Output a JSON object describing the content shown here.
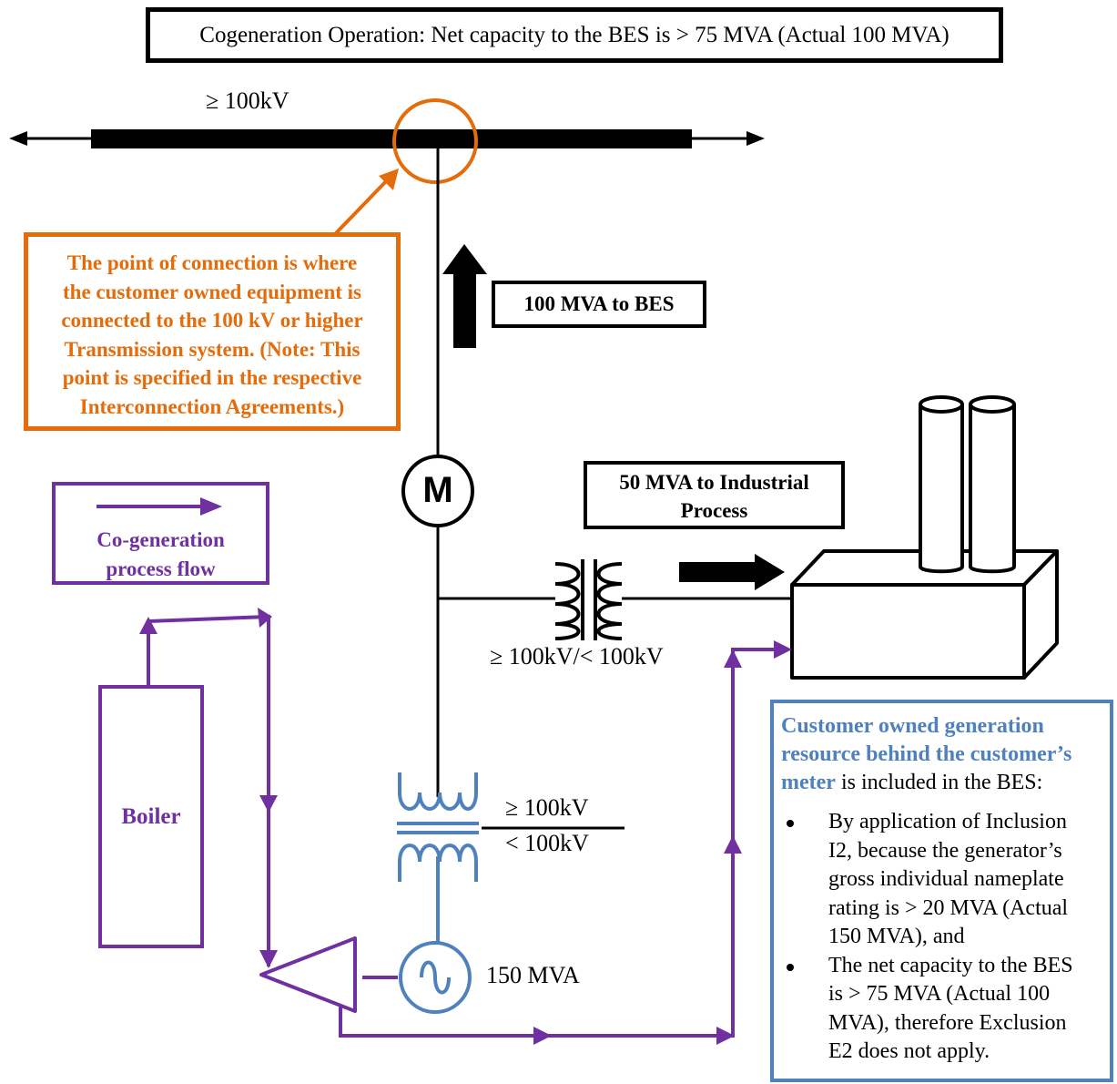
{
  "title": "Cogeneration Operation: Net capacity to the BES is > 75 MVA (Actual 100 MVA)",
  "bus_voltage_label": "≥ 100kV",
  "connection_note": {
    "lines": [
      "The point of connection is where",
      "the customer owned equipment is",
      "connected to the 100 kV or higher",
      "Transmission system. (Note: This",
      "point is specified in the respective",
      "Interconnection Agreements.)"
    ]
  },
  "flow_to_bes_label": "100 MVA to BES",
  "meter_symbol": "M",
  "industrial_flow_label": {
    "lines": [
      "50 MVA to Industrial",
      "Process"
    ]
  },
  "step_down_transformer_label": "≥ 100kV/< 100kV",
  "legend": {
    "lines": [
      "Co-generation",
      "process flow"
    ]
  },
  "boiler_label": "Boiler",
  "gen_transformer_label": {
    "high": "≥ 100kV",
    "low": "< 100kV"
  },
  "generator_rating": "150 MVA",
  "inclusion_note": {
    "heading_highlight_1": "Customer owned generation",
    "heading_highlight_2": "resource behind the customer’s",
    "heading_highlight_3": "meter",
    "heading_rest": " is included in the BES:",
    "bullets": [
      {
        "lines": [
          "By application of Inclusion",
          "I2, because the generator’s",
          "gross individual nameplate",
          "rating  is > 20 MVA (Actual",
          "150 MVA), and"
        ]
      },
      {
        "lines": [
          "The net capacity to the BES",
          "is > 75 MVA (Actual 100",
          "MVA), therefore Exclusion",
          "E2 does not apply."
        ]
      }
    ]
  },
  "colors": {
    "orange": "#E46C0A",
    "purple": "#7030A0",
    "blue": "#4F81BD",
    "black": "#000000"
  }
}
